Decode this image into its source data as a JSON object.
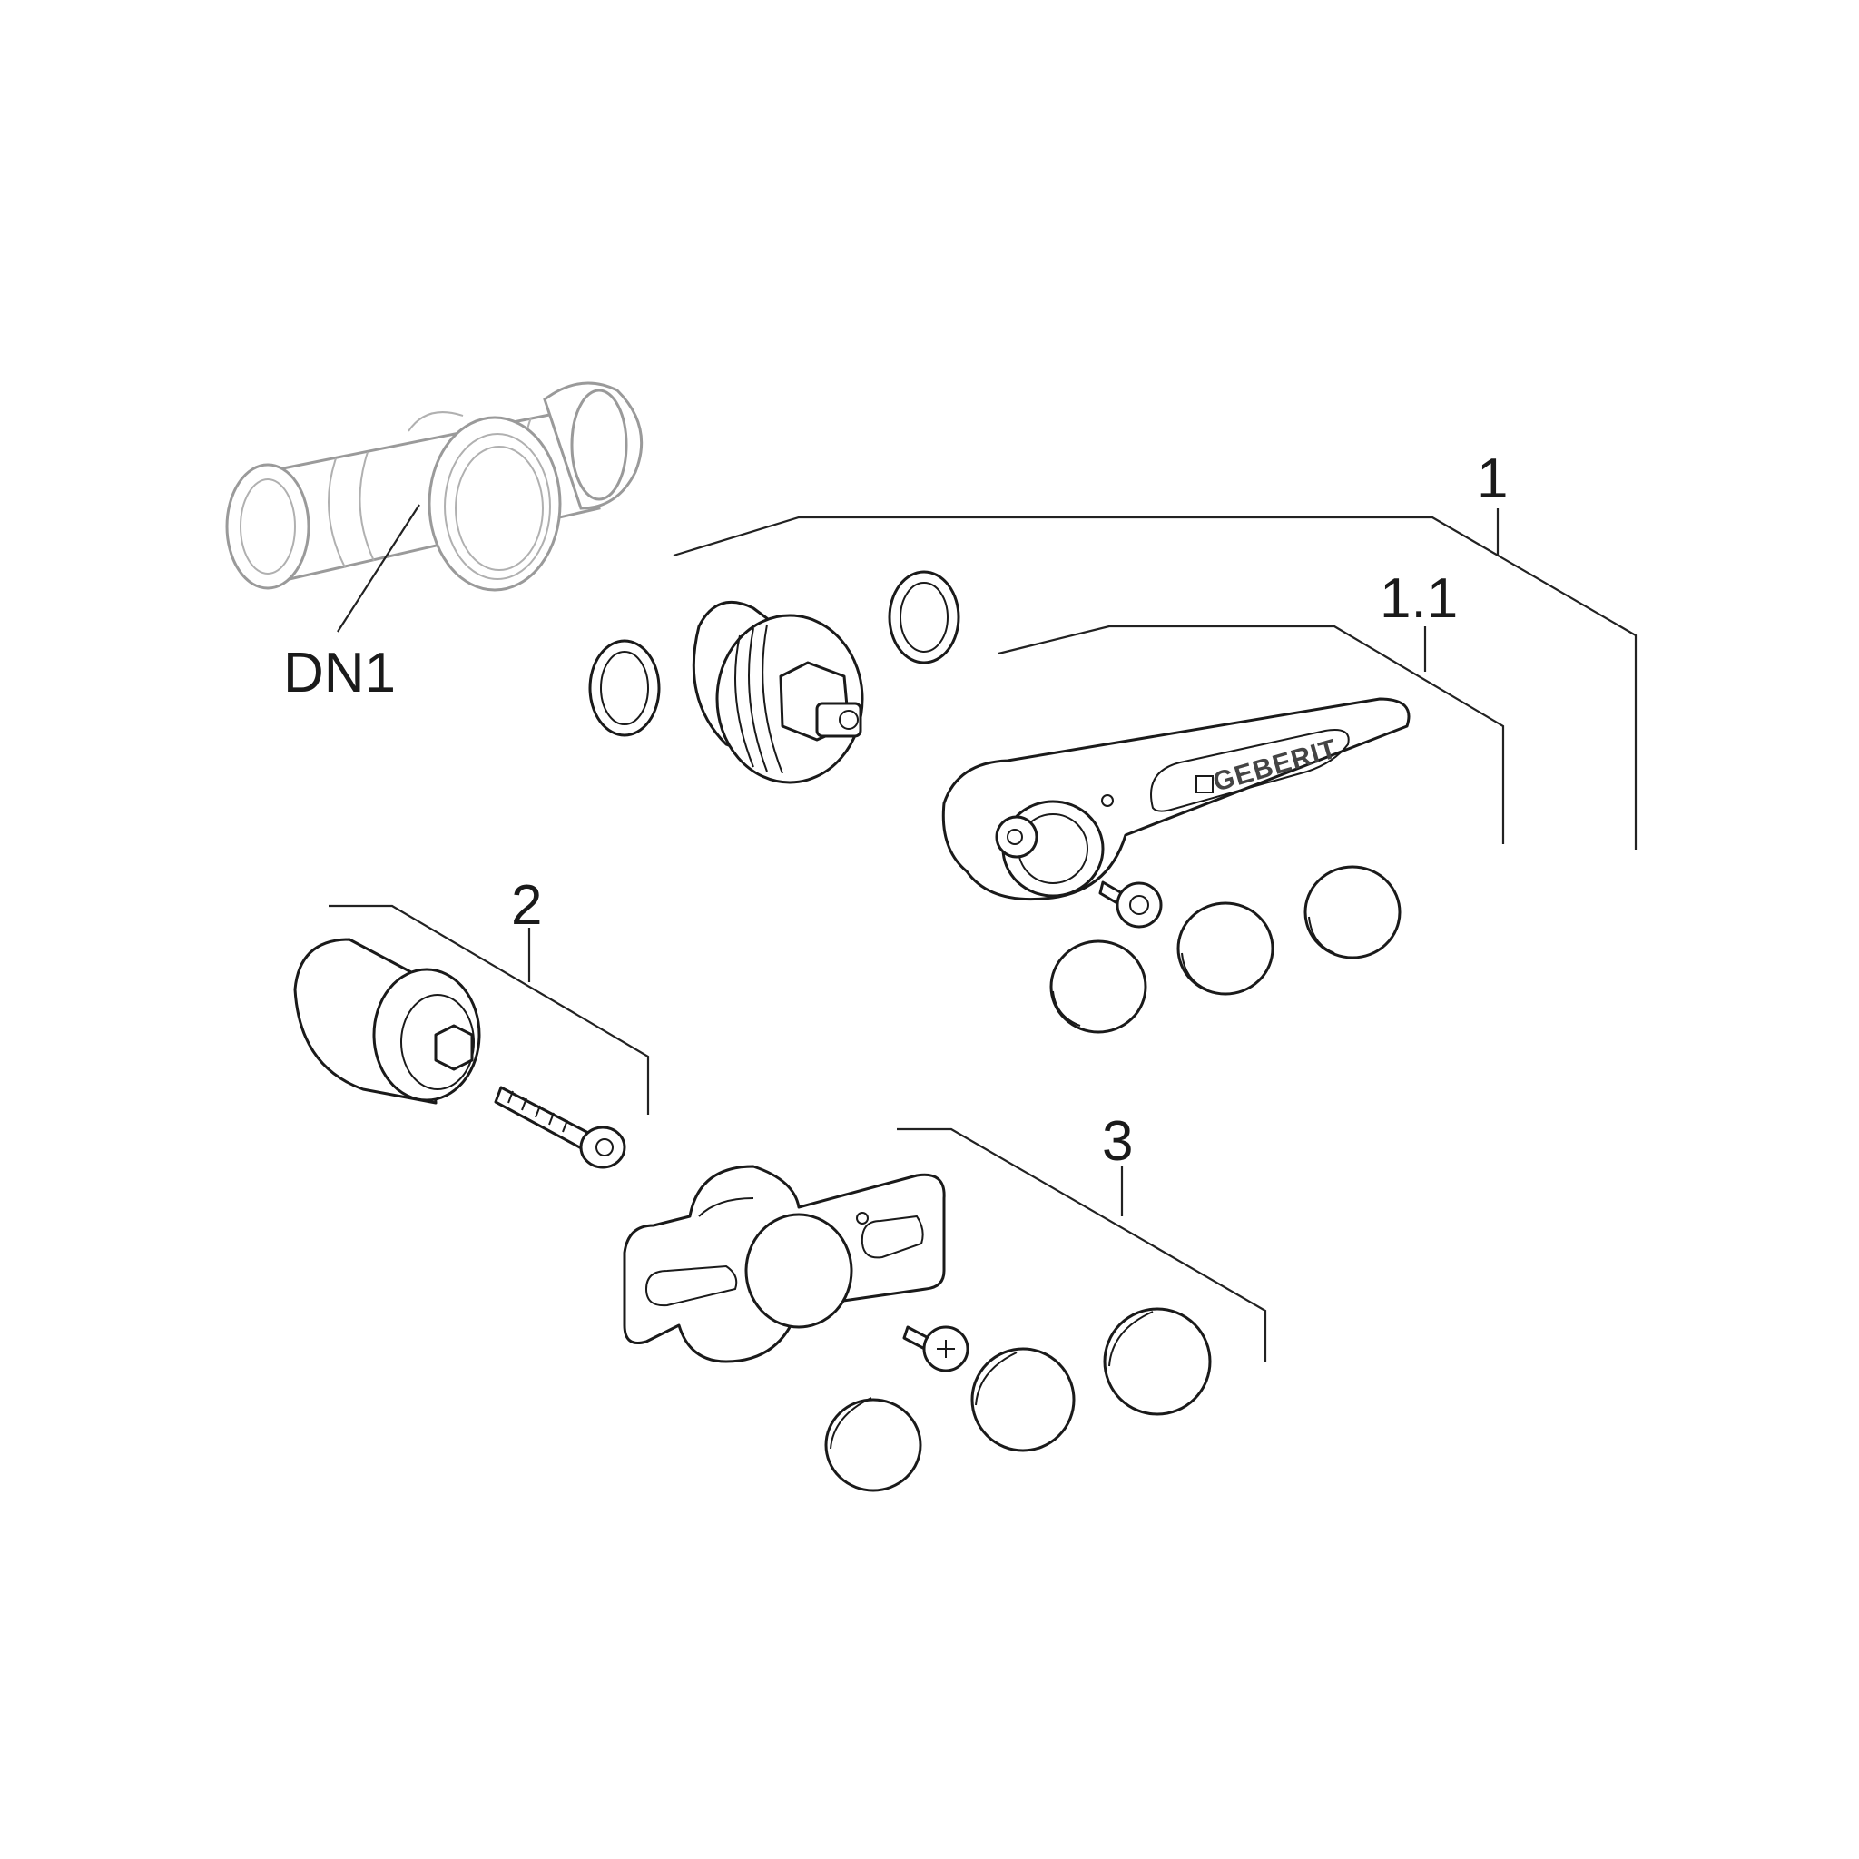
{
  "labels": {
    "dn1": "DN1",
    "item_1": "1",
    "item_1_1": "1.1",
    "item_2": "2",
    "item_3": "3"
  },
  "logo_text": "GEBERIT",
  "colors": {
    "line": "#1a1a1a",
    "ghost_line": "#9a9a9a",
    "background": "#ffffff"
  }
}
